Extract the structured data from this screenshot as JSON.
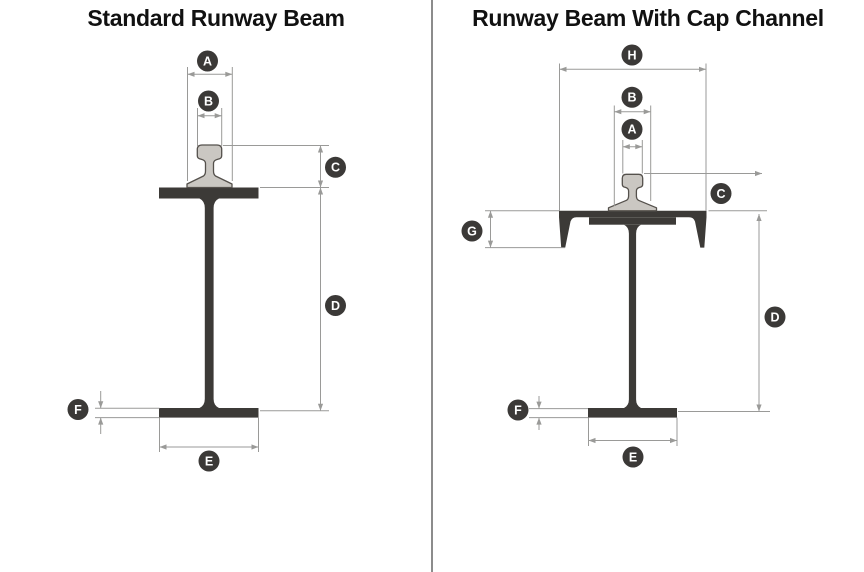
{
  "left_panel": {
    "title": "Standard Runway Beam",
    "labels": {
      "a": "A",
      "b": "B",
      "c": "C",
      "d": "D",
      "e": "E",
      "f": "F"
    }
  },
  "right_panel": {
    "title": "Runway Beam With Cap Channel",
    "labels": {
      "a": "A",
      "b": "B",
      "c": "C",
      "d": "D",
      "e": "E",
      "f": "F",
      "g": "G",
      "h": "H"
    }
  },
  "colors": {
    "background": "#ffffff",
    "beam": "#3c3a37",
    "rail_fill": "#cac7c2",
    "rail_outline": "#55514c",
    "dimension_line": "#9a9a98",
    "label_circle": "#3b3937",
    "label_text": "#ffffff",
    "title_text": "#111111",
    "divider": "#8c8c8c"
  }
}
